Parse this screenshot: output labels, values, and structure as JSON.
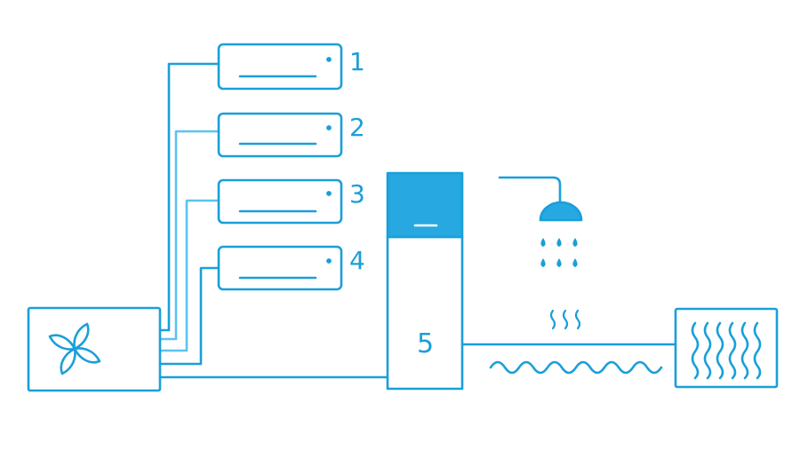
{
  "colors": {
    "primary": "#1a9fd9",
    "secondary": "#5cc3ef",
    "tank_top": "#27a8e0",
    "background": "#ffffff"
  },
  "indoor_units": [
    {
      "label": "1"
    },
    {
      "label": "2"
    },
    {
      "label": "3"
    },
    {
      "label": "4"
    }
  ],
  "tank": {
    "label": "5"
  },
  "icons": {
    "outdoor": "fan-icon",
    "shower": "shower-icon",
    "radiator": "radiator-icon",
    "floor": "underfloor-heating-icon",
    "heat": "heat-waves-icon"
  }
}
